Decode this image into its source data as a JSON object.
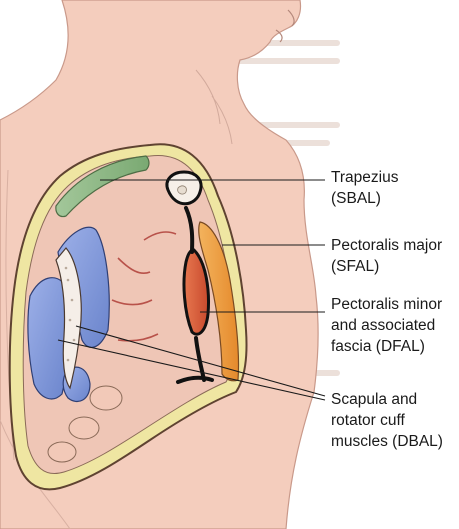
{
  "labels": {
    "trapezius": {
      "line1": "Trapezius",
      "line2": "(SBAL)"
    },
    "pectoralis_major": {
      "line1": "Pectoralis major",
      "line2": "(SFAL)"
    },
    "pectoralis_minor": {
      "line1": "Pectoralis minor",
      "line2": "and associated",
      "line3": "fascia (DFAL)"
    },
    "scapula": {
      "line1": "Scapula and",
      "line2": "rotator cuff",
      "line3": "muscles (DBAL)"
    }
  },
  "colors": {
    "skin": "#f4cdbd",
    "skin_edge": "#c9998a",
    "fascia_yellow": "#efe6a2",
    "fascia_stroke": "#6d4e3a",
    "trapezius_green": "#8fba86",
    "pec_major_orange": "#eb9a3e",
    "pec_minor_red": "#d9583d",
    "scapula_blue": "#7d96d8",
    "bone_white": "#f5eee8",
    "vessel_red": "#b8524a",
    "leader_line": "#1a1a1a",
    "background_text": "#e8d9d2"
  }
}
